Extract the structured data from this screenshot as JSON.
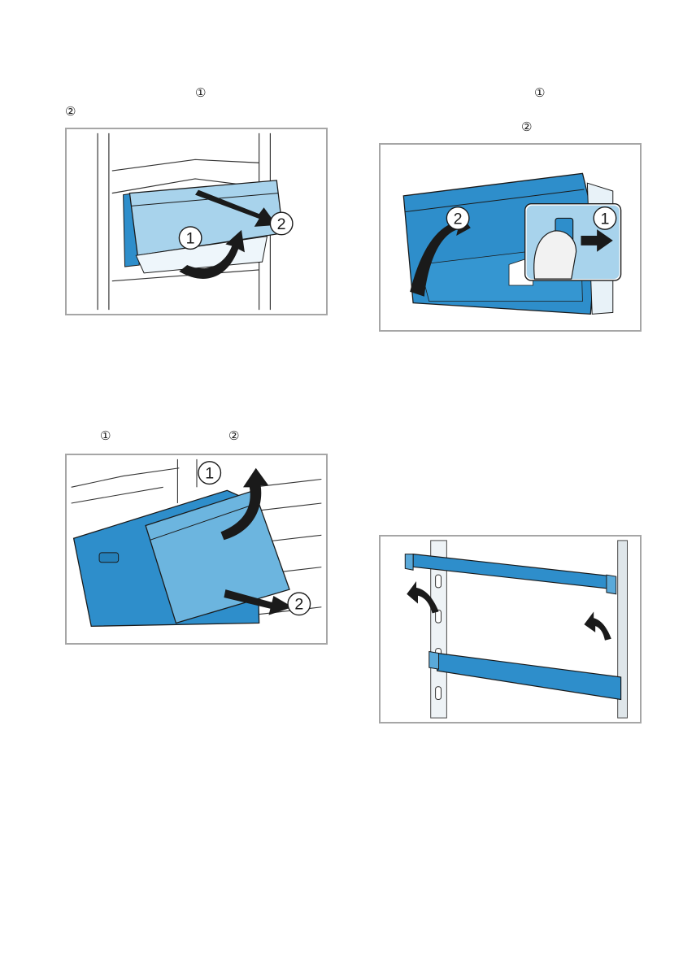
{
  "instructions": {
    "top_left": {
      "line1_marker": "①",
      "line2_marker": "②"
    },
    "top_right": {
      "line1_marker": "①",
      "line2_marker": "②"
    },
    "middle_left": {
      "marker1": "①",
      "marker2": "②"
    }
  },
  "figures": {
    "drawer_front_remove": {
      "callout1": "1",
      "callout2": "2"
    },
    "drawer_release_button": {
      "callout1": "1",
      "callout2": "2"
    },
    "drawer_lift_out": {
      "callout1": "1",
      "callout2": "2"
    },
    "shelf_rail_insert": {}
  },
  "colors": {
    "blue_dark": "#2e8ecb",
    "blue_light": "#a8d3ec",
    "frame": "#a6a6a6"
  }
}
